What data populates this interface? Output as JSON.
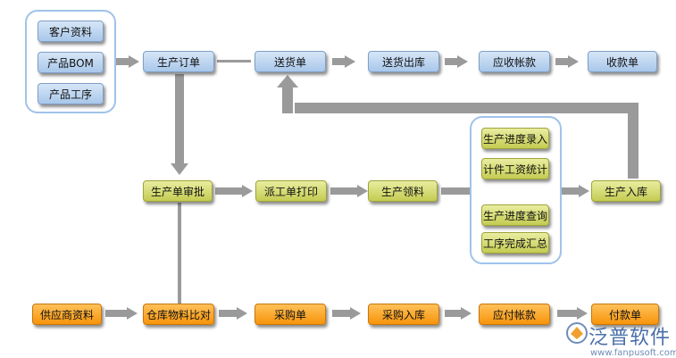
{
  "left_group": [
    "客户资料",
    "产品BOM",
    "产品工序"
  ],
  "top_row": [
    "生产订单",
    "送货单",
    "送货出库",
    "应收帐款",
    "收款单"
  ],
  "middle_row": [
    "生产单审批",
    "派工单打印",
    "生产领料",
    "生产入库"
  ],
  "progress_group": [
    "生产进度录入",
    "计件工资统计",
    "生产进度查询",
    "工序完成汇总"
  ],
  "bottom_row": [
    "供应商资料",
    "仓库物料比对",
    "采购单",
    "采购入库",
    "应付帐款",
    "付款单"
  ],
  "watermark": {
    "title": "泛普软件",
    "url": "www.fanpusoft.com"
  },
  "colors": {
    "blue": "#a9c7ea",
    "green": "#c4cc52",
    "orange": "#f7940a",
    "arrow": "#999999",
    "group_border": "#9fc3ea"
  }
}
